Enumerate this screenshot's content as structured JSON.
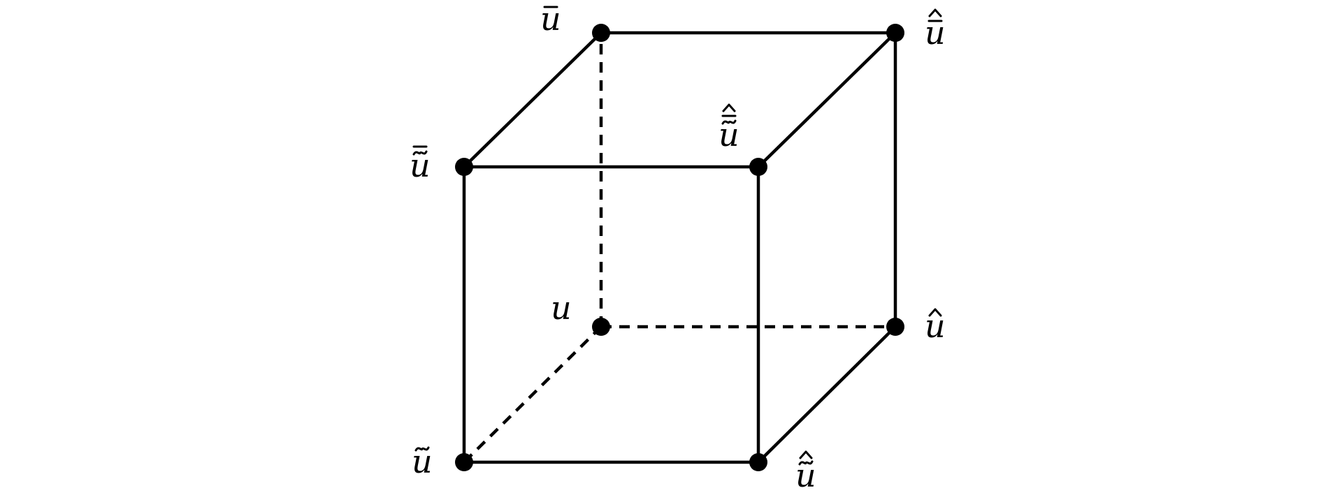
{
  "diagram": {
    "vertices": [
      {
        "id": "u",
        "text": "u",
        "accents": []
      },
      {
        "id": "u_hat",
        "text": "u",
        "accents": [
          "hat"
        ]
      },
      {
        "id": "u_tilde",
        "text": "u",
        "accents": [
          "tilde"
        ]
      },
      {
        "id": "u_hat_tilde",
        "text": "u",
        "accents": [
          "tilde",
          "hat"
        ]
      },
      {
        "id": "u_bar",
        "text": "u",
        "accents": [
          "bar"
        ]
      },
      {
        "id": "u_hat_bar",
        "text": "u",
        "accents": [
          "bar",
          "hat"
        ]
      },
      {
        "id": "u_tilde_bar",
        "text": "u",
        "accents": [
          "tilde",
          "bar"
        ]
      },
      {
        "id": "u_hat_tilde_bar",
        "text": "u",
        "accents": [
          "tilde",
          "bar",
          "hat"
        ]
      }
    ],
    "edges": [
      {
        "from": "u",
        "to": "u_hat",
        "style": "dashed"
      },
      {
        "from": "u",
        "to": "u_tilde",
        "style": "dashed"
      },
      {
        "from": "u",
        "to": "u_bar",
        "style": "dashed"
      },
      {
        "from": "u_tilde",
        "to": "u_hat_tilde",
        "style": "solid"
      },
      {
        "from": "u_hat",
        "to": "u_hat_tilde",
        "style": "solid"
      },
      {
        "from": "u_tilde",
        "to": "u_tilde_bar",
        "style": "solid"
      },
      {
        "from": "u_hat_tilde",
        "to": "u_hat_tilde_bar",
        "style": "solid"
      },
      {
        "from": "u_hat",
        "to": "u_hat_bar",
        "style": "solid"
      },
      {
        "from": "u_bar",
        "to": "u_hat_bar",
        "style": "solid"
      },
      {
        "from": "u_bar",
        "to": "u_tilde_bar",
        "style": "solid"
      },
      {
        "from": "u_tilde_bar",
        "to": "u_hat_tilde_bar",
        "style": "solid"
      },
      {
        "from": "u_hat_bar",
        "to": "u_hat_tilde_bar",
        "style": "solid"
      }
    ]
  }
}
